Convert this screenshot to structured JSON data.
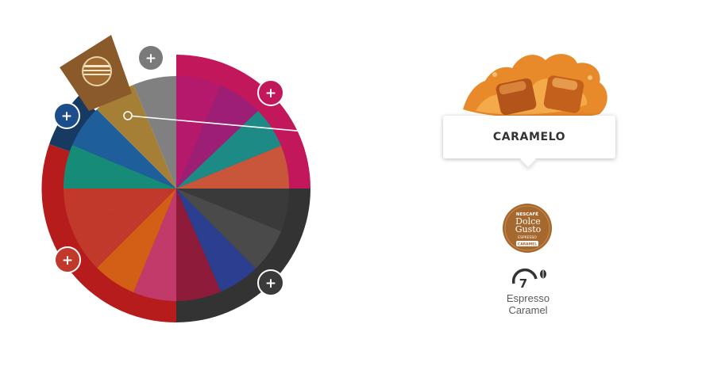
{
  "colors": {
    "pink": "#c2185b",
    "gray": "#808080",
    "red": "#c0392b",
    "dark": "#333333",
    "blue": "#1e4d8c",
    "gold": "#a0762b",
    "capsule_brown": "#8b5a2b"
  },
  "wheel": {
    "add_buttons": [
      {
        "label": "+",
        "icon": "plus-icon",
        "color": "#7a7a7a"
      },
      {
        "label": "+",
        "icon": "plus-icon",
        "color": "#c2185b"
      },
      {
        "label": "+",
        "icon": "plus-icon",
        "color": "#1e4d8c"
      },
      {
        "label": "+",
        "icon": "plus-icon",
        "color": "#c0392b"
      },
      {
        "label": "+",
        "icon": "plus-icon",
        "color": "#3a3a3a"
      }
    ],
    "selected_segment_icon": "capsule-icon"
  },
  "flavor": {
    "name": "CARAMELO",
    "image_icon": "caramel-pieces-icon"
  },
  "product": {
    "brand_line1": "NESCAFÉ",
    "brand_line2": "Dolce",
    "brand_line3": "Gusto",
    "capsule_type": "ESPRESSO",
    "capsule_flavor": "CARAMEL",
    "intensity": "7",
    "intensity_icon": "coffee-bean-icon",
    "name_line1": "Espresso",
    "name_line2": "Caramel"
  }
}
